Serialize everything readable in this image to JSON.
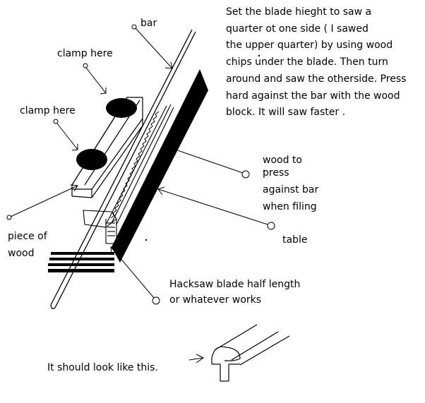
{
  "labels": {
    "bar": "bar",
    "clamp_upper": "clamp  here",
    "clamp_lower": "clamp  here",
    "piece_of_wood_line1": "piece of",
    "piece_of_wood_line2": "wood",
    "wood_press_line1": "wood to",
    "wood_press_line2": "press",
    "wood_press_line3": "against bar",
    "wood_press_line4": "when filing",
    "table": "table",
    "hacksaw_line1": "Hacksaw blade half length",
    "hacksaw_line2": "or whatever works",
    "look_like": "It should look like this."
  },
  "instructions": [
    "Set the blade hieght to saw a",
    "quarter ot one side ( I sawed",
    " the upper quarter) by using wood",
    "chips under the blade. Then turn",
    "around and saw the otherside. Press",
    "hard   against the bar with the wood",
    "block. It will saw faster ."
  ],
  "colors": {
    "ink": "#000000",
    "paper": "#ffffff"
  }
}
